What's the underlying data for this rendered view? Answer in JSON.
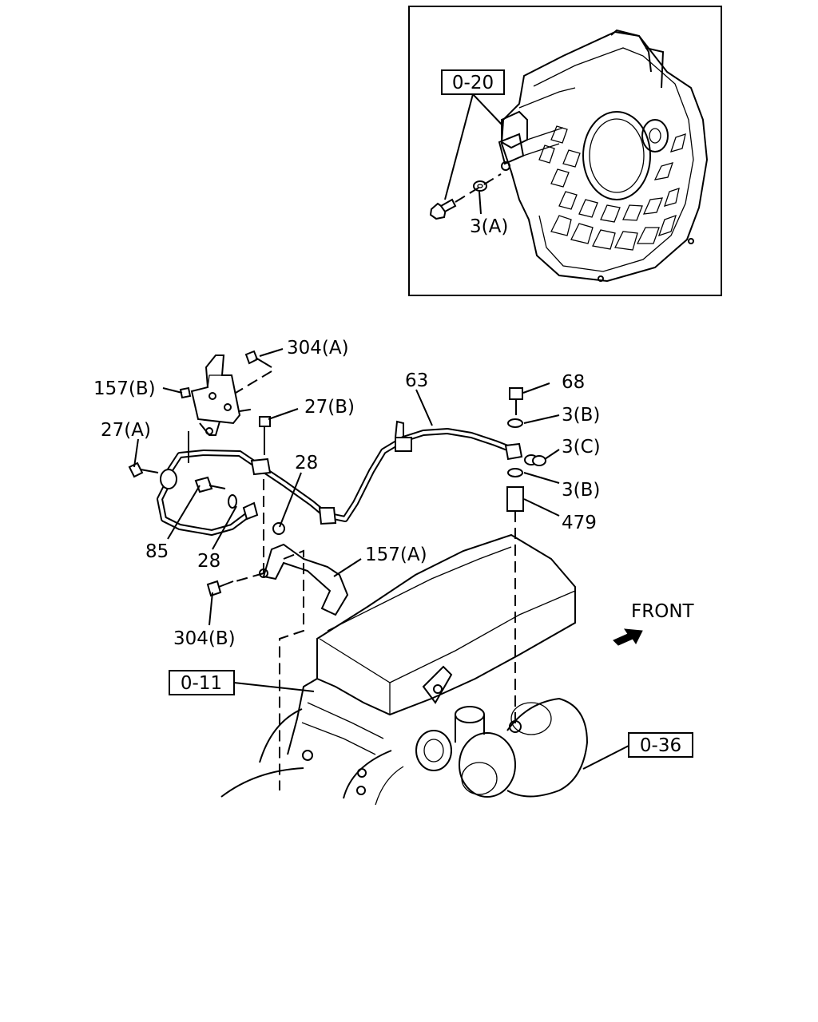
{
  "diagram": {
    "inset_ref": "0-20",
    "inset_part": "3(A)",
    "refs": {
      "r011": "0-11",
      "r036": "0-36"
    },
    "direction_label": "FRONT",
    "callouts": {
      "c304a": "304(A)",
      "c157b": "157(B)",
      "c27a": "27(A)",
      "c27b": "27(B)",
      "c28a": "28",
      "c28b": "28",
      "c85": "85",
      "c157a": "157(A)",
      "c304b": "304(B)",
      "c63": "63",
      "c68": "68",
      "c3b1": "3(B)",
      "c3c": "3(C)",
      "c3b2": "3(B)",
      "c479": "479"
    }
  }
}
